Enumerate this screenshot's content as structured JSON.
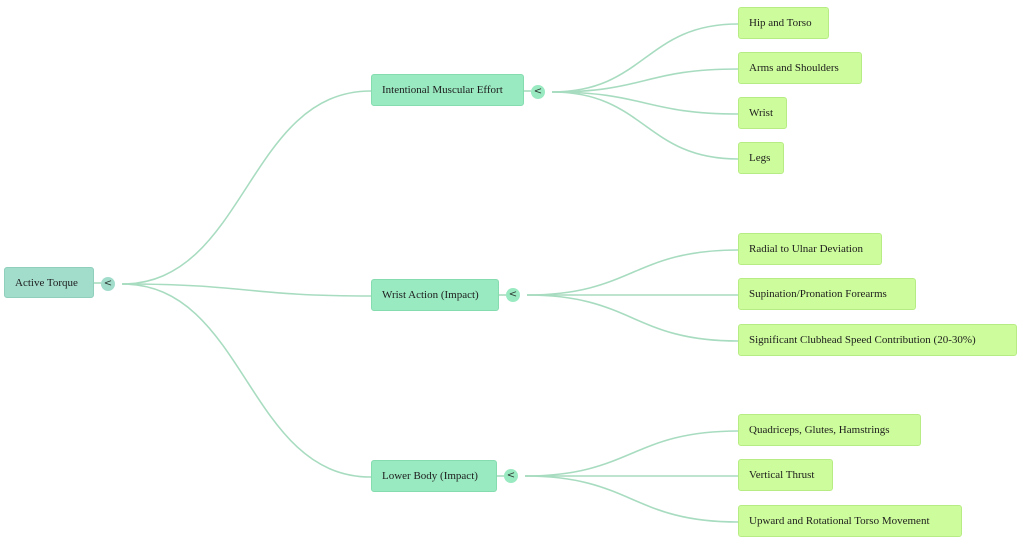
{
  "mindmap": {
    "root": {
      "label": "Active Torque",
      "toggle": "<",
      "children": [
        {
          "label": "Intentional Muscular Effort",
          "toggle": "<",
          "children": [
            "Hip and Torso",
            "Arms and Shoulders",
            "Wrist",
            "Legs"
          ]
        },
        {
          "label": "Wrist Action (Impact)",
          "toggle": "<",
          "children": [
            "Radial to Ulnar Deviation",
            "Supination/Pronation Forearms",
            "Significant Clubhead Speed Contribution (20-30%)"
          ]
        },
        {
          "label": "Lower Body (Impact)",
          "toggle": "<",
          "children": [
            "Quadriceps, Glutes, Hamstrings",
            "Vertical Thrust",
            "Upward and Rotational Torso Movement"
          ]
        }
      ]
    },
    "colors": {
      "root_fill": "#a2dccb",
      "branch_fill": "#99e9c1",
      "leaf_fill": "#cdfc9c",
      "link": "#a8dcc0"
    }
  }
}
